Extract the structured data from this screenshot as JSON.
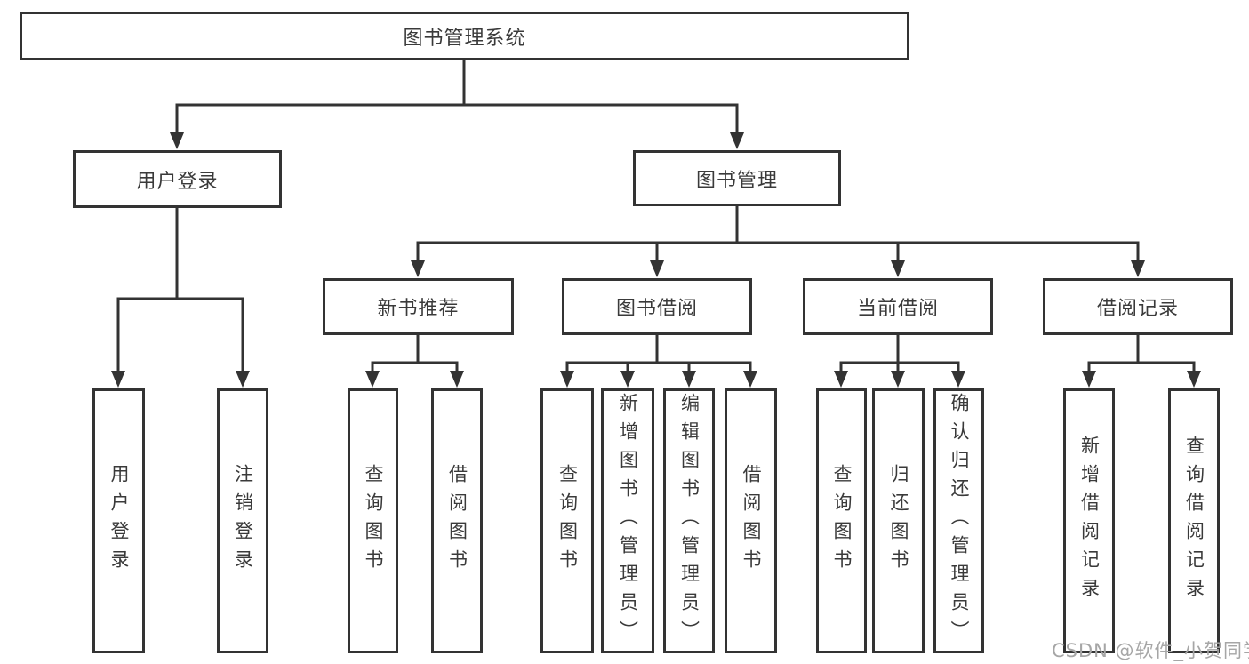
{
  "diagram": {
    "type": "hierarchy-tree",
    "title": "图书管理系统",
    "watermark": "CSDN @软件_小贺同学",
    "colors": {
      "line": "#333333",
      "text": "#3a3a3a",
      "box_background": "#ffffff",
      "watermark": "#a6a6a6"
    },
    "nodes": {
      "root": {
        "label": "图书管理系统",
        "children": [
          "user_login",
          "book_mgmt"
        ]
      },
      "user_login": {
        "label": "用户登录",
        "children": [
          "leaf_user_login",
          "leaf_logout"
        ]
      },
      "book_mgmt": {
        "label": "图书管理",
        "children": [
          "new_book_rec",
          "book_borrow",
          "current_borrow",
          "borrow_records"
        ]
      },
      "new_book_rec": {
        "label": "新书推荐",
        "children": [
          "leaf_query_book_1",
          "leaf_borrow_book_1"
        ]
      },
      "book_borrow": {
        "label": "图书借阅",
        "children": [
          "leaf_query_book_2",
          "leaf_add_book",
          "leaf_edit_book",
          "leaf_borrow_book_2"
        ]
      },
      "current_borrow": {
        "label": "当前借阅",
        "children": [
          "leaf_query_book_3",
          "leaf_return_book",
          "leaf_confirm_return"
        ]
      },
      "borrow_records": {
        "label": "借阅记录",
        "children": [
          "leaf_add_borrow_record",
          "leaf_query_borrow_record"
        ]
      },
      "leaf_user_login": {
        "label": "用户登录"
      },
      "leaf_logout": {
        "label": "注销登录"
      },
      "leaf_query_book_1": {
        "label": "查询图书"
      },
      "leaf_borrow_book_1": {
        "label": "借阅图书"
      },
      "leaf_query_book_2": {
        "label": "查询图书"
      },
      "leaf_add_book": {
        "label": "新增图书（管理员）"
      },
      "leaf_edit_book": {
        "label": "编辑图书（管理员）"
      },
      "leaf_borrow_book_2": {
        "label": "借阅图书"
      },
      "leaf_query_book_3": {
        "label": "查询图书"
      },
      "leaf_return_book": {
        "label": "归还图书"
      },
      "leaf_confirm_return": {
        "label": "确认归还（管理员）"
      },
      "leaf_add_borrow_record": {
        "label": "新增借阅记录"
      },
      "leaf_query_borrow_record": {
        "label": "查询借阅记录"
      }
    }
  }
}
